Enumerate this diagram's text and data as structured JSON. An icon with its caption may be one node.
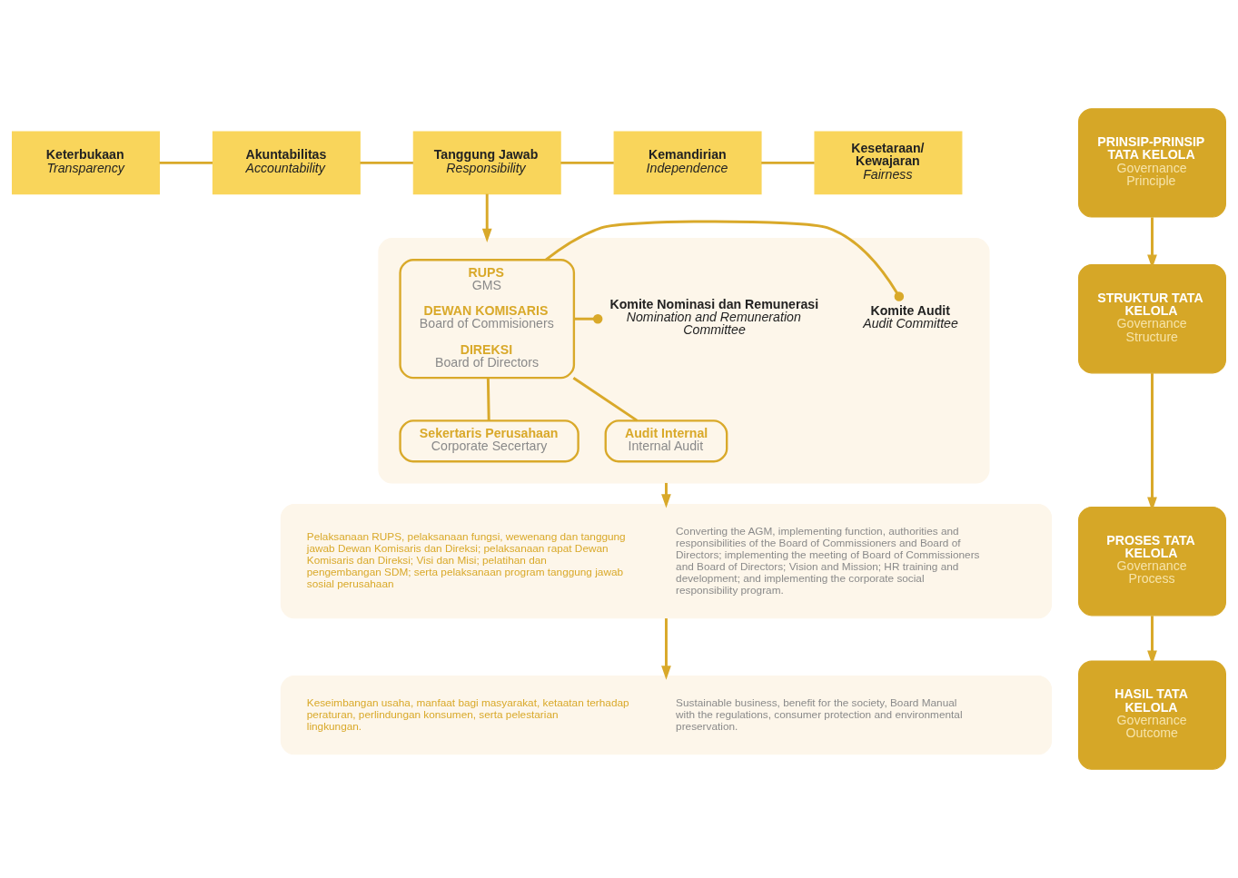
{
  "diagram": {
    "nodes": [
      {
        "text": [
          "Keterbukaan",
          "Transparency"
        ]
      },
      {
        "text": [
          "Akuntabilitas",
          "Accountability"
        ]
      },
      {
        "text": [
          "Tanggung Jawab",
          "Responsibility"
        ]
      },
      {
        "text": [
          "Kemandirian",
          "Independence"
        ]
      },
      {
        "text": [
          "Kesetaraan/ Kewajaran",
          "Fairness"
        ]
      },
      {
        "text": [],
        "shape": "box"
      },
      {
        "text": [
          "RUPS",
          "GMS",
          "DEWAN KOMISARIS",
          "Board of Commisioners",
          "DIREKSI",
          "Board of Directors"
        ],
        "in": 5
      },
      {
        "text": [
          "Sekertaris Perusahaan",
          "Corporate Secertary"
        ],
        "in": 5
      },
      {
        "text": [
          "Audit Internal",
          "Internal Audit"
        ],
        "in": 5
      },
      {
        "text": [
          "Komite Audit",
          "Audit Committee"
        ],
        "in": 5
      },
      {
        "text": [
          "Komite Nominasi dan Remunerasi",
          "Nomination and Remuneration Committee"
        ],
        "in": 5
      },
      {
        "text": [
          "Pelaksanaan RUPS, pelaksanaan fungsi, wewenang dan tanggung jawab Dewan Komisaris dan Direksi; pelaksanaan rapat Dewan Komisaris dan Direksi; Visi dan Misi; pelatihan dan pengembangan SDM; serta pelaksanaan program tanggung jawab sosial perusahaan",
          "Converting the AGM, implementing function, authorities and responsibilities of the Board of Commissioners and Board of Directors; implementing the meeting of Board of Commissioners and Board of Directors; Vision and Mission; HR training and development; and implementing the corporate social responsibility program."
        ]
      },
      {
        "text": [
          "Keseimbangan usaha, manfaat bagi masyarakat, ketaatan terhadap peraturan, perlindungan konsumen, serta pelestarian lingkungan.",
          "Sustainable business, benefit for the society, Board Manual with the regulations, consumer protection and environmental preservation."
        ]
      },
      {
        "text": [
          "PRINSIP-PRINSIP TATA KELOLA",
          "Governance Principle"
        ]
      },
      {
        "text": [
          "STRUKTUR TATA KELOLA",
          "Governance Structure"
        ]
      },
      {
        "text": [
          "PROSES TATA KELOLA",
          "Governance Process"
        ]
      },
      {
        "text": [
          "HASIL TATA KELOLA",
          "Governance Outcome"
        ]
      }
    ],
    "edges": [
      {
        "from": 0,
        "to": 1,
        "arrow": "none"
      },
      {
        "from": 1,
        "to": 2,
        "arrow": "none"
      },
      {
        "from": 2,
        "to": 3,
        "arrow": "none"
      },
      {
        "from": 3,
        "to": 4,
        "arrow": "none"
      },
      {
        "from": 2,
        "to": 5,
        "arrow": "to"
      },
      {
        "from": 6,
        "to": 9,
        "arrow": "other"
      },
      {
        "from": 6,
        "to": 10,
        "arrow": "other"
      },
      {
        "from": 6,
        "to": 7,
        "arrow": "none"
      },
      {
        "from": 6,
        "to": 8,
        "arrow": "none"
      },
      {
        "from": 5,
        "to": 11,
        "arrow": "to"
      },
      {
        "from": 11,
        "to": 12,
        "arrow": "to"
      },
      {
        "from": 13,
        "to": 14,
        "arrow": "to"
      },
      {
        "from": 14,
        "to": 15,
        "arrow": "to"
      },
      {
        "from": 15,
        "to": 16,
        "arrow": "to"
      }
    ]
  }
}
